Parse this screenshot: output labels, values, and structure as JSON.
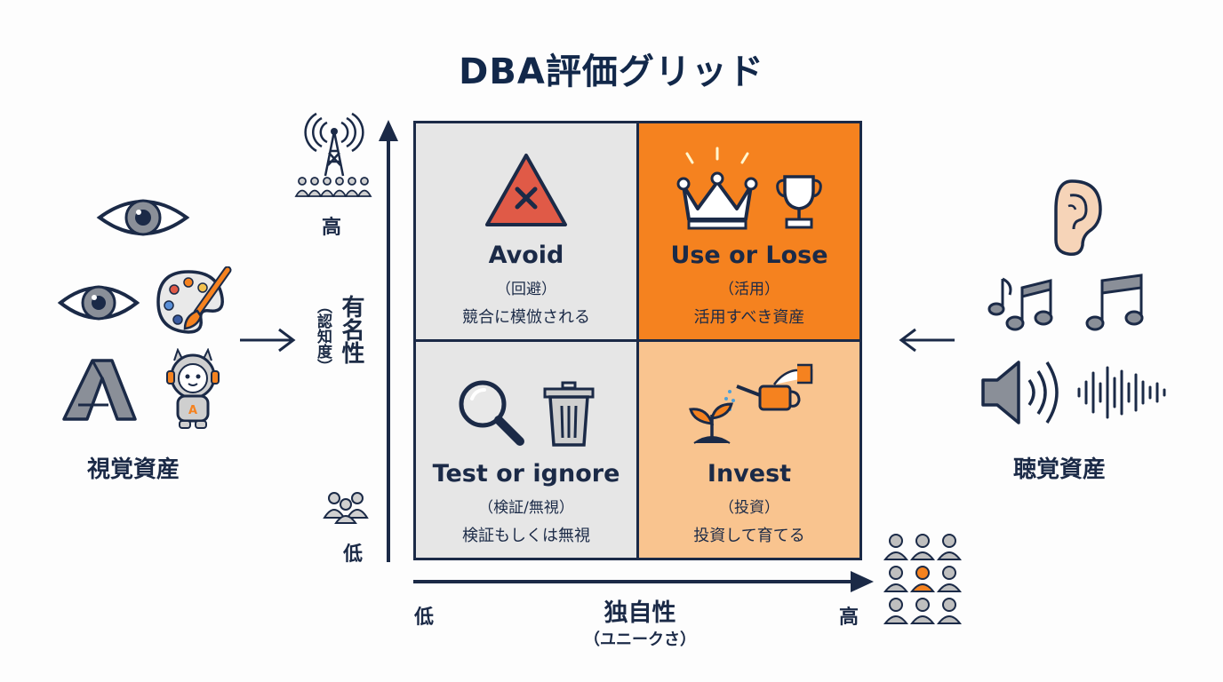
{
  "title": "DBA評価グリッド",
  "quadrants": {
    "top_left": {
      "title": "Avoid",
      "sub": "（回避）",
      "desc": "競合に模倣される",
      "icon": "warning-triangle-x-icon"
    },
    "top_right": {
      "title": "Use or Lose",
      "sub": "（活用）",
      "desc": "活用すべき資産",
      "icon": "crown-trophy-icon"
    },
    "bottom_left": {
      "title": "Test or ignore",
      "sub": "（検証/無視）",
      "desc": "検証もしくは無視",
      "icon": "magnifier-trash-icon"
    },
    "bottom_right": {
      "title": "Invest",
      "sub": "（投資）",
      "desc": "投資して育てる",
      "icon": "watering-sprout-icon"
    }
  },
  "y_axis": {
    "title": "有名性",
    "sub": "（認知度）",
    "high": "高",
    "low": "低"
  },
  "x_axis": {
    "title": "独自性",
    "sub": "（ユニークさ）",
    "low": "低",
    "high": "高"
  },
  "left_group": {
    "label": "視覚資産"
  },
  "right_group": {
    "label": "聴覚資産"
  },
  "colors": {
    "navy": "#1b2a47",
    "orange": "#f5821f",
    "light_orange": "#f9c48f",
    "gray": "#e6e6e6"
  }
}
